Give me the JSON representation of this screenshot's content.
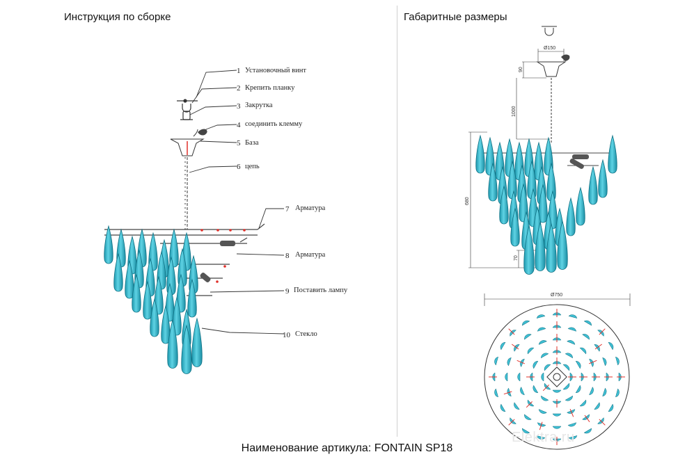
{
  "titles": {
    "assembly": "Инструкция по сборке",
    "dimensions": "Габаритные размеры"
  },
  "footer": "Наименование артикула: FONTAIN SP18",
  "watermark": "Elektra.ru",
  "callouts": [
    {
      "num": "1",
      "label": "Установочный винт"
    },
    {
      "num": "2",
      "label": "Крепить планку"
    },
    {
      "num": "3",
      "label": "Закрутка"
    },
    {
      "num": "4",
      "label": "соединить клемму"
    },
    {
      "num": "5",
      "label": "База"
    },
    {
      "num": "6",
      "label": "цепь"
    },
    {
      "num": "7",
      "label": "Арматура"
    },
    {
      "num": "8",
      "label": "Арматура"
    },
    {
      "num": "9",
      "label": "Поставить лампу"
    },
    {
      "num": "10",
      "label": "Стекло"
    }
  ],
  "dimensions": {
    "base_diameter": "Ø150",
    "base_height": "90",
    "chain_length": "1000",
    "body_height": "680",
    "bottom_drop": "70",
    "overall_diameter": "Ø750"
  },
  "colors": {
    "glass": "#2fb8cf",
    "glass_edge": "#0d6f82",
    "line": "#333333",
    "accent_red": "#e0302a"
  }
}
